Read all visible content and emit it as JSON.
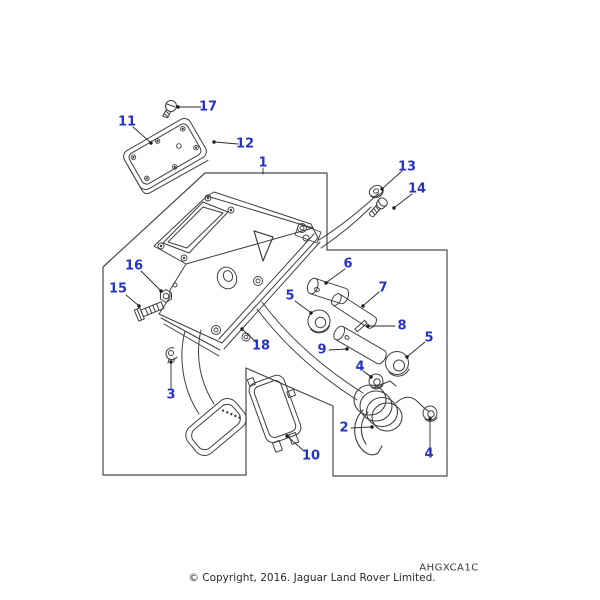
{
  "diagram": {
    "title_code": "AHGXCA1C",
    "callouts": [
      {
        "label": "1"
      },
      {
        "label": "17"
      },
      {
        "label": "11"
      },
      {
        "label": "12"
      },
      {
        "label": "13"
      },
      {
        "label": "14"
      },
      {
        "label": "16"
      },
      {
        "label": "15"
      },
      {
        "label": "6"
      },
      {
        "label": "7"
      },
      {
        "label": "5"
      },
      {
        "label": "8"
      },
      {
        "label": "9"
      },
      {
        "label": "5"
      },
      {
        "label": "18"
      },
      {
        "label": "4"
      },
      {
        "label": "3"
      },
      {
        "label": "2"
      },
      {
        "label": "10"
      },
      {
        "label": "4"
      }
    ],
    "colors": {
      "callout_blue": "#2533c4",
      "line_gray": "#3f3f3f",
      "background": "#ffffff"
    }
  },
  "footer": {
    "copyright": "© Copyright, 2016. Jaguar Land Rover Limited.",
    "code": "AHGXCA1C"
  }
}
